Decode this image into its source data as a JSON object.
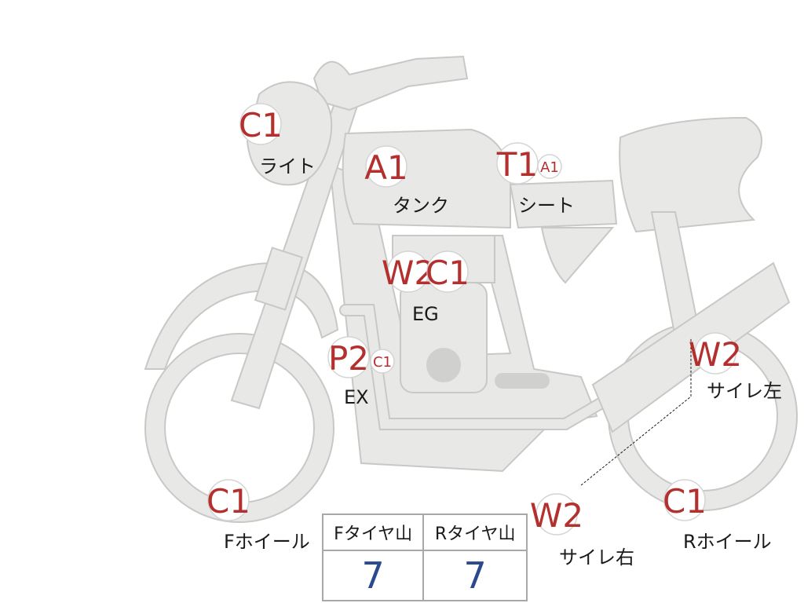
{
  "colors": {
    "badge_text": "#b3302f",
    "value_text": "#2b4a8e",
    "body_fill": "#e8e8e6"
  },
  "parts": {
    "light": {
      "grade": "C1",
      "label": "ライト"
    },
    "tank": {
      "grade": "A1",
      "label": "タンク"
    },
    "seat": {
      "grade": "T1",
      "sub_grade": "A1",
      "label": "シート"
    },
    "engine": {
      "grade1": "W2",
      "grade2": "C1",
      "label": "EG"
    },
    "exhaust": {
      "grade": "P2",
      "sub_grade": "C1",
      "label": "EX"
    },
    "muffler_left": {
      "grade": "W2",
      "label": "サイレ左"
    },
    "muffler_right": {
      "grade": "W2",
      "label": "サイレ右"
    },
    "front_wheel": {
      "grade": "C1",
      "label": "Fホイール"
    },
    "rear_wheel": {
      "grade": "C1",
      "label": "Rホイール"
    }
  },
  "tire_tread": {
    "front_header": "Fタイヤ山",
    "rear_header": "Rタイヤ山",
    "front_value": "7",
    "rear_value": "7"
  }
}
